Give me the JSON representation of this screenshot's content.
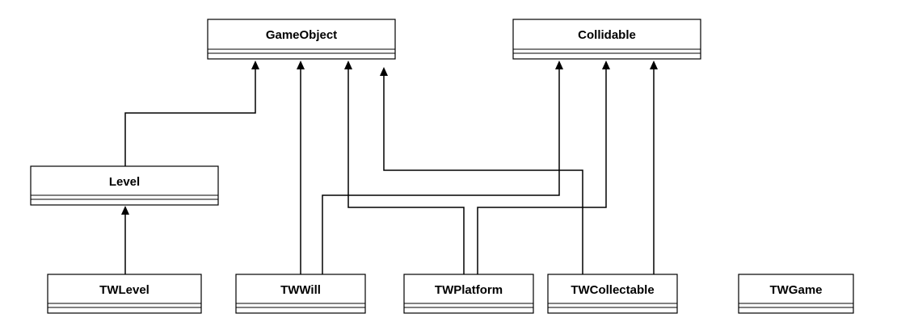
{
  "diagram": {
    "type": "uml-class-diagram",
    "classes": {
      "gameobject": "GameObject",
      "collidable": "Collidable",
      "level": "Level",
      "twlevel": "TWLevel",
      "twwill": "TWWill",
      "twplatform": "TWPlatform",
      "twcollectable": "TWCollectable",
      "twgame": "TWGame"
    },
    "inheritance": [
      {
        "from": "Level",
        "to": "GameObject"
      },
      {
        "from": "TWLevel",
        "to": "Level"
      },
      {
        "from": "TWWill",
        "to": "GameObject"
      },
      {
        "from": "TWWill",
        "to": "Collidable"
      },
      {
        "from": "TWPlatform",
        "to": "GameObject"
      },
      {
        "from": "TWPlatform",
        "to": "Collidable"
      },
      {
        "from": "TWCollectable",
        "to": "GameObject"
      },
      {
        "from": "TWCollectable",
        "to": "Collidable"
      }
    ],
    "colors": {
      "stroke": "#000000",
      "fill": "#ffffff",
      "text": "#000000"
    }
  }
}
